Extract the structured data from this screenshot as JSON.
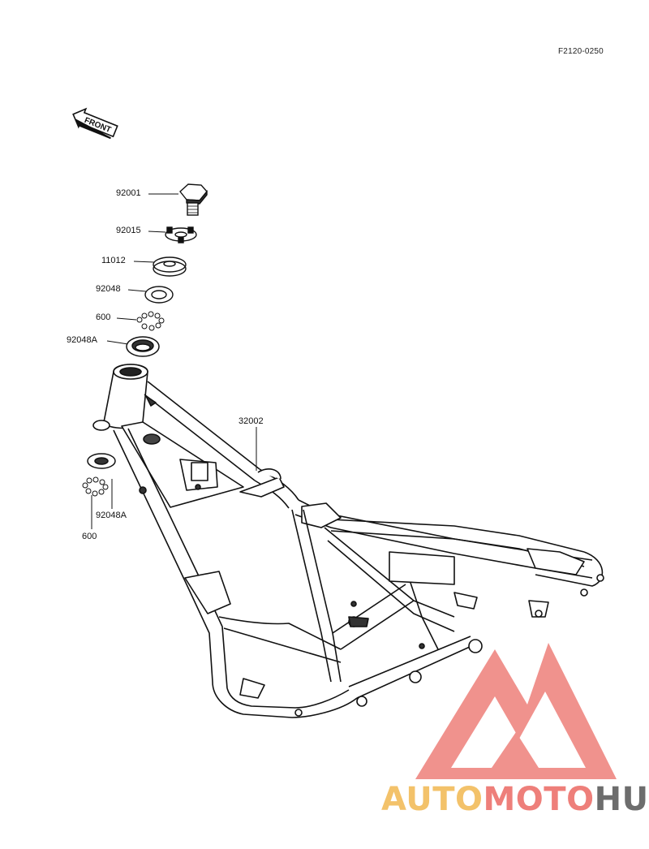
{
  "figure_code": "F2120-0250",
  "front_label": "FRONT",
  "parts": [
    {
      "number": "92001"
    },
    {
      "number": "92015"
    },
    {
      "number": "11012"
    },
    {
      "number": "92048"
    },
    {
      "number": "600"
    },
    {
      "number": "92048A"
    },
    {
      "number": "32002"
    },
    {
      "number": "92048A"
    },
    {
      "number": "600"
    }
  ],
  "watermark": {
    "part1": "AUTO",
    "part2": "MOTO",
    "part3": "HUB",
    "colors": {
      "auto": "#f3c26a",
      "moto": "#ee7f7a",
      "hub": "#6d6d6d",
      "logo": "#ee7f7a"
    }
  }
}
